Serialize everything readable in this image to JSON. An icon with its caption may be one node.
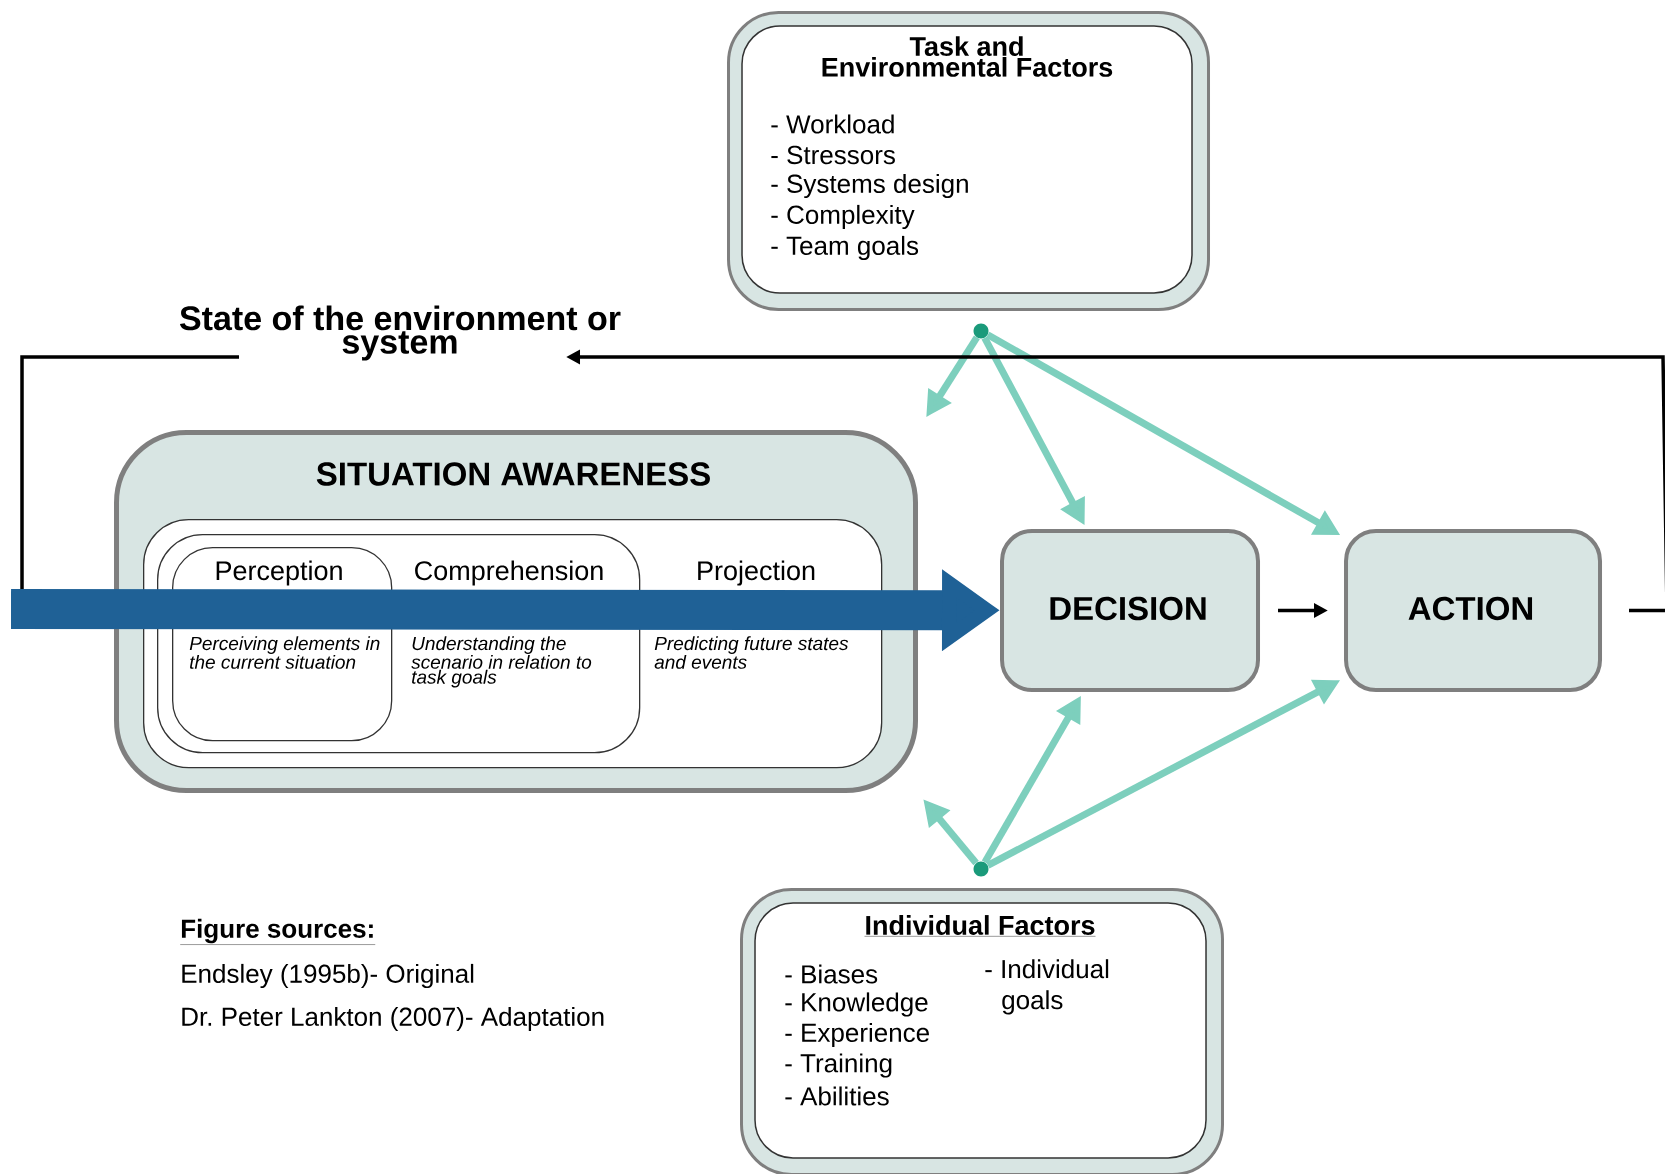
{
  "diagram": {
    "nodes": [
      {
        "text": [
          "Task and Environmental Factors",
          "- Workload",
          "- Stressors",
          "- Systems design",
          "- Complexity",
          "- Team goals"
        ]
      },
      {
        "text": [
          "State of the environment or system"
        ]
      },
      {
        "text": [
          "SITUATION AWARENESS"
        ]
      },
      {
        "text": [
          "Projection",
          "Predicting future states and events"
        ],
        "in": 2
      },
      {
        "text": [
          "Comprehension",
          "Understanding the scenario in relation to task goals"
        ],
        "in": 3
      },
      {
        "text": [
          "Perception",
          "Perceiving elements in the current situation"
        ],
        "in": 4
      },
      {
        "text": [
          "DECISION"
        ]
      },
      {
        "text": [
          "ACTION"
        ]
      },
      {
        "text": [
          "Individual Factors",
          "- Biases",
          "- Knowledge",
          "- Experience",
          "- Training",
          "- Abilities",
          "- Individual goals"
        ]
      },
      {
        "text": [],
        "shape": "circle"
      },
      {
        "text": [],
        "shape": "circle"
      }
    ],
    "edges": [
      {
        "from": 9,
        "to": 2,
        "arrow": "to"
      },
      {
        "from": 9,
        "to": 6,
        "arrow": "to"
      },
      {
        "from": 9,
        "to": 7,
        "arrow": "to"
      },
      {
        "from": 10,
        "to": 2,
        "arrow": "to"
      },
      {
        "from": 10,
        "to": 6,
        "arrow": "to"
      },
      {
        "from": 10,
        "to": 7,
        "arrow": "to"
      },
      {
        "from": 6,
        "to": 7,
        "arrow": "to",
        "color": "#000000"
      },
      {
        "from": 7,
        "to": 1,
        "arrow": "to",
        "color": "#000000"
      },
      {
        "from": 1,
        "to": null,
        "arrow": "none",
        "color": "#000000"
      },
      {
        "from": null,
        "to": 6,
        "arrow": "to",
        "style": "thick",
        "color": "#1f6196"
      }
    ],
    "labels": [
      "Figure sources:",
      "Endsley (1995b)- Original",
      "Dr. Peter Lankton (2007)- Adaptation"
    ]
  }
}
